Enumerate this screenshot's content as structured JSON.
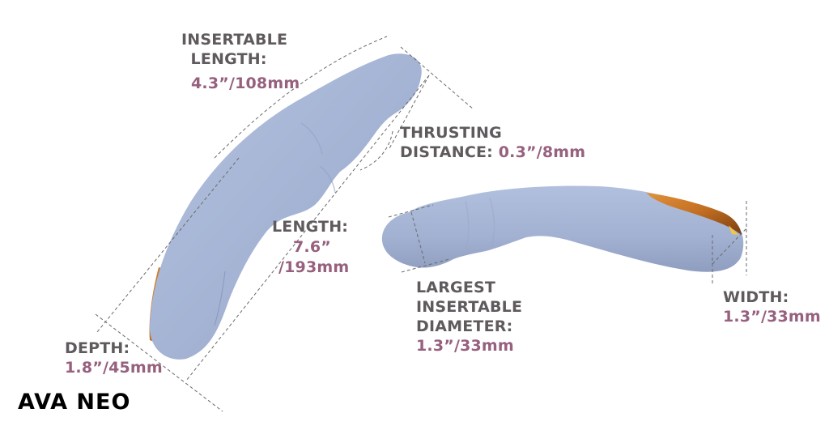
{
  "product": {
    "name": "AVA NEO",
    "body_color": "#a7b6d6",
    "accent_color": "#c8782a"
  },
  "colors": {
    "label": "#5f5a5e",
    "value": "#96607e",
    "dash": "#6a6a6a"
  },
  "dimensions": {
    "insertable_length": {
      "label_line1": "INSERTABLE",
      "label_line2": "LENGTH:",
      "value": "4.3”/108mm"
    },
    "thrusting_distance": {
      "label_line1": "THRUSTING",
      "label_line2": "DISTANCE:",
      "value": "0.3”/8mm"
    },
    "length": {
      "label": "LENGTH:",
      "value_line1": "7.6”",
      "value_line2": "/193mm"
    },
    "largest_insertable_diameter": {
      "label_line1": "LARGEST",
      "label_line2": "INSERTABLE",
      "label_line3": "DIAMETER:",
      "value": "1.3”/33mm"
    },
    "width": {
      "label": "WIDTH:",
      "value": "1.3”/33mm"
    },
    "depth": {
      "label": "DEPTH:",
      "value": "1.8”/45mm"
    }
  }
}
